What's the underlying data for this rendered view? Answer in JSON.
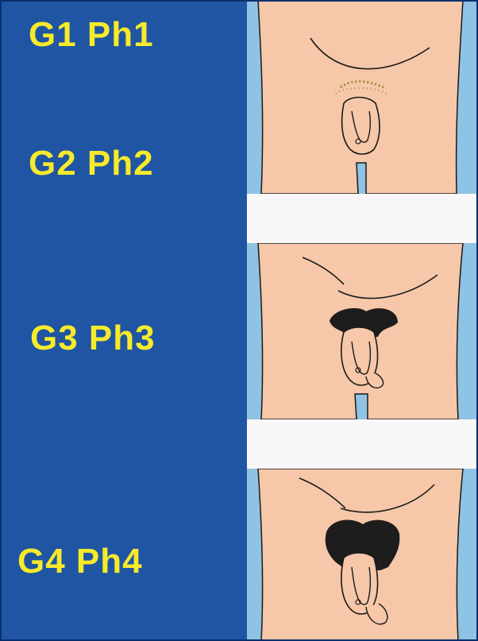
{
  "stages": [
    {
      "label": "G1 Ph1"
    },
    {
      "label": "G2 Ph2"
    },
    {
      "label": "G3 Ph3"
    },
    {
      "label": "G4 Ph4"
    }
  ],
  "colors": {
    "panel_background": "#1f55a3",
    "label_text": "#f6ea2a",
    "skin": "#f6c7a8",
    "edge_blue": "#8fc3e4",
    "hair_dark": "#1d1d1d",
    "hair_sparse": "#9a8a3a",
    "separator": "#f8f8f8"
  }
}
